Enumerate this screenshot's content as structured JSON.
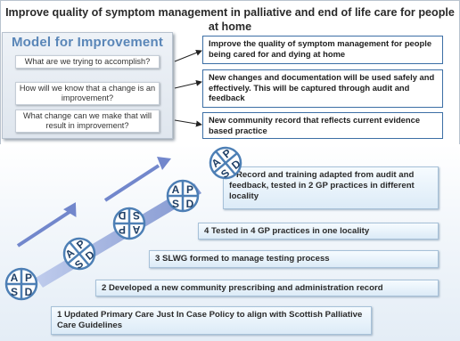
{
  "title": "Improve quality of symptom management in palliative and end of life care for people at home",
  "model": {
    "heading": "Model for Improvement",
    "questions": [
      "What are we trying to accomplish?",
      "How will we know that a change is an improvement?",
      "What change can we make that will result in improvement?"
    ]
  },
  "answers": [
    "Improve the quality of symptom management for people being cared for and dying at home",
    "New changes and documentation will be used safely and effectively.  This will be captured through audit and feedback",
    "New community record that reflects current evidence based practice"
  ],
  "steps": [
    "1 Updated Primary Care Just In Case Policy to align with Scottish Palliative Care Guidelines",
    "2 Developed a new community prescribing and administration record",
    "3 SLWG formed to manage testing process",
    "4 Tested in 4  GP practices in one locality",
    "5 Record and training adapted from audit and feedback, tested in 2 GP practices in different locality"
  ],
  "pdsa_letters": {
    "a": "A",
    "p": "P",
    "s": "S",
    "d": "D"
  },
  "colors": {
    "accent": "#3c6fa5",
    "heading": "#5a86b8",
    "arrow": "#6b7fc4",
    "ramp": "#7f93cf"
  }
}
